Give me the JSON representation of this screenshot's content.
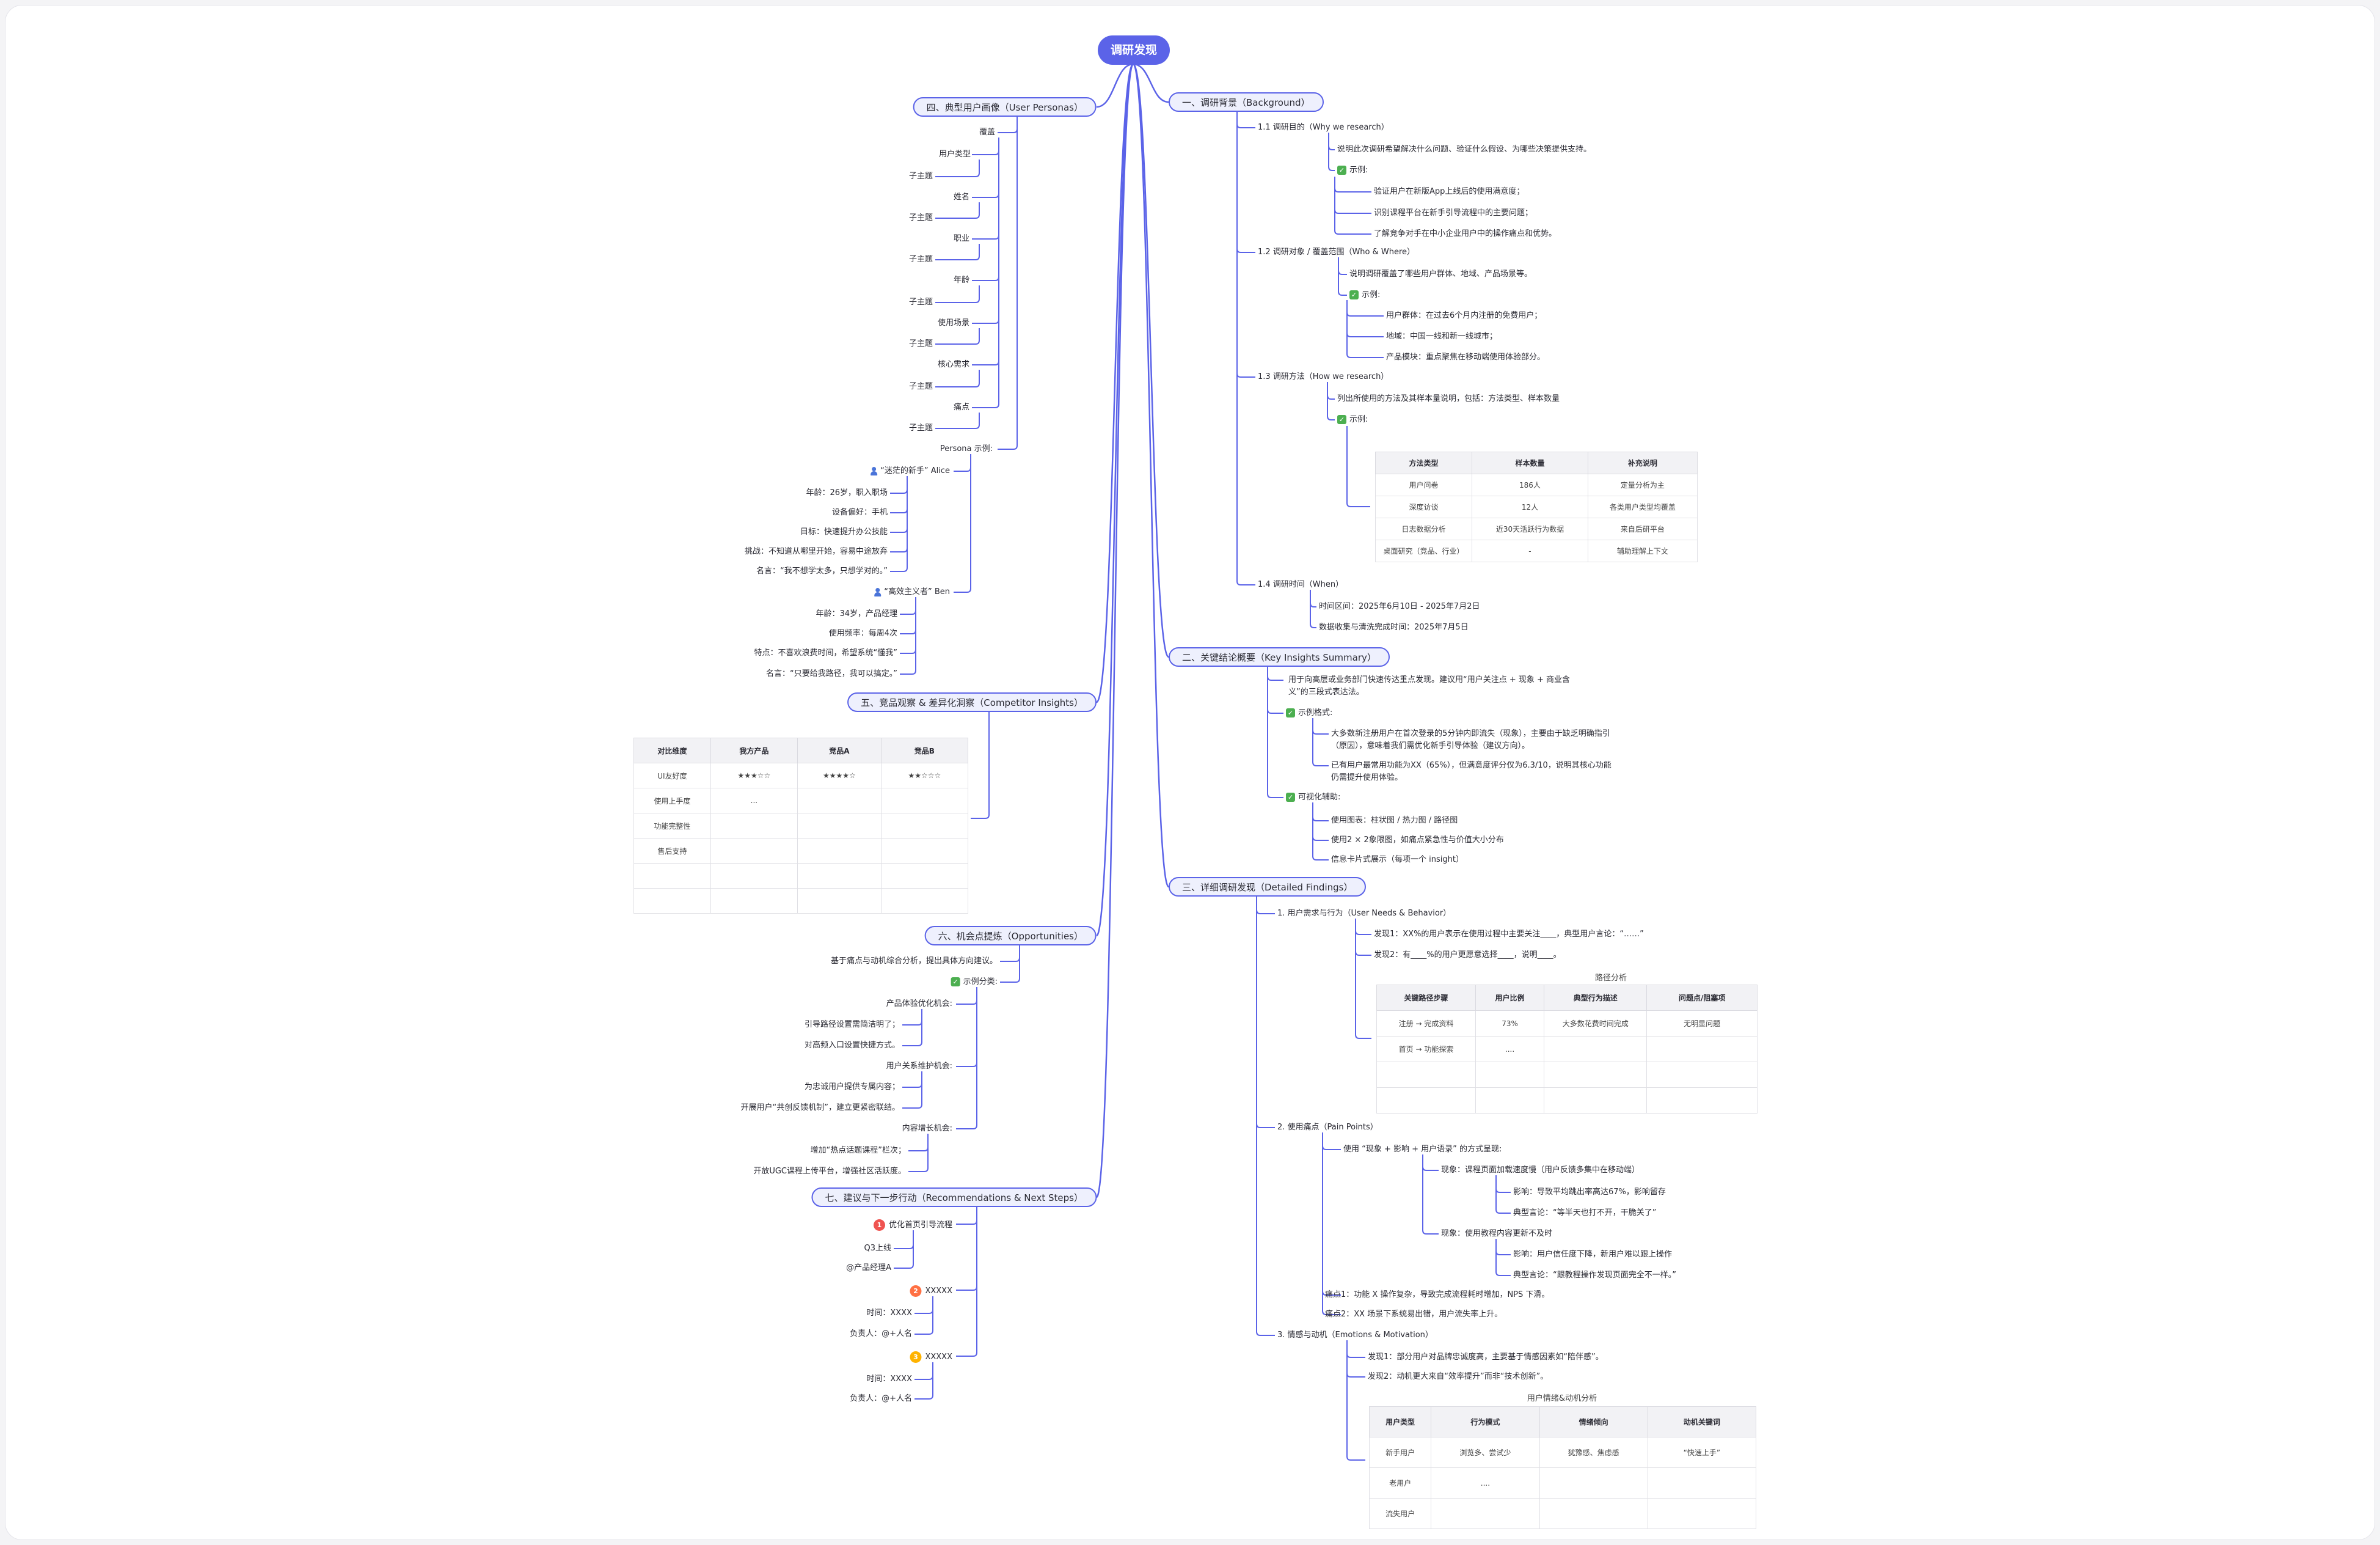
{
  "root": "调研发现",
  "s1": {
    "title": "一、调研背景（Background）",
    "n11": "1.1 调研目的（Why we research）",
    "n11a": "说明此次调研希望解决什么问题、验证什么假设、为哪些决策提供支持。",
    "n11b": "示例:",
    "n11b1": "验证用户在新版App上线后的使用满意度；",
    "n11b2": "识别课程平台在新手引导流程中的主要问题；",
    "n11b3": "了解竞争对手在中小企业用户中的操作痛点和优势。",
    "n12": "1.2 调研对象 / 覆盖范围（Who & Where）",
    "n12a": "说明调研覆盖了哪些用户群体、地域、产品场景等。",
    "n12b": "示例:",
    "n12b1": "用户群体：在过去6个月内注册的免费用户；",
    "n12b2": "地域：中国一线和新一线城市；",
    "n12b3": "产品模块：重点聚焦在移动端使用体验部分。",
    "n13": "1.3 调研方法（How we research）",
    "n13a": "列出所使用的方法及其样本量说明，包括：方法类型、样本数量",
    "n13b": "示例:",
    "n14": "1.4 调研时间（When）",
    "n14a": "时间区间：2025年6月10日 - 2025年7月2日",
    "n14b": "数据收集与清洗完成时间：2025年7月5日"
  },
  "s2": {
    "title": "二、关键结论概要（Key Insights Summary）",
    "a": "用于向高层或业务部门快速传达重点发现。建议用“用户关注点 + 现象 + 商业含",
    "a2": "义”的三段式表达法。",
    "b": "示例格式:",
    "b1": "大多数新注册用户在首次登录的5分钟内即流失（现象），主要由于缺乏明确指引",
    "b1b": "（原因），意味着我们需优化新手引导体验（建议方向）。",
    "b2": "已有用户最常用功能为XX（65%），但满意度评分仅为6.3/10，说明其核心功能",
    "b2b": "仍需提升使用体验。",
    "c": "可视化辅助:",
    "c1": "使用图表：柱状图 / 热力图 / 路径图",
    "c2": "使用2 × 2象限图，如痛点紧急性与价值大小分布",
    "c3": "信息卡片式展示（每项一个 insight）"
  },
  "s3": {
    "title": "三、详细调研发现（Detailed Findings）",
    "a": "1. 用户需求与行为（User Needs & Behavior）",
    "a1": "发现1：XX%的用户表示在使用过程中主要关注____，典型用户言论：“……”",
    "a2": "发现2：有____%的用户更愿意选择____，说明____。",
    "path_title": "路径分析",
    "b": "2. 使用痛点（Pain Points）",
    "b0": "使用 “现象 + 影响 + 用户语录” 的方式呈现:",
    "b1": "现象：课程页面加载速度慢（用户反馈多集中在移动端）",
    "b1a": "影响：导致平均跳出率高达67%，影响留存",
    "b1b": "典型言论：“等半天也打不开，干脆关了”",
    "b2": "现象：使用教程内容更新不及时",
    "b2a": "影响：用户信任度下降，新用户难以跟上操作",
    "b2b": "典型言论：“跟教程操作发现页面完全不一样。”",
    "b3": "痛点1：功能 X 操作复杂，导致完成流程耗时增加，NPS 下滑。",
    "b4": "痛点2：XX 场景下系统易出错，用户流失率上升。",
    "c": "3. 情感与动机（Emotions & Motivation）",
    "c1": "发现1：部分用户对品牌忠诚度高，主要基于情感因素如“陪伴感”。",
    "c2": "发现2：动机更大来自“效率提升”而非“技术创新”。",
    "emo_title": "用户情绪&动机分析"
  },
  "s4": {
    "title": "四、典型用户画像（User Personas）",
    "items": [
      {
        "label": "覆盖",
        "sub": "用户类型"
      },
      {
        "label": "子主题",
        "sub": ""
      },
      {
        "label": "姓名",
        "sub": ""
      },
      {
        "label": "子主题",
        "sub": ""
      },
      {
        "label": "职业",
        "sub": ""
      },
      {
        "label": "子主题",
        "sub": ""
      },
      {
        "label": "年龄",
        "sub": ""
      },
      {
        "label": "子主题",
        "sub": ""
      },
      {
        "label": "使用场景",
        "sub": ""
      },
      {
        "label": "子主题",
        "sub": ""
      },
      {
        "label": "核心需求",
        "sub": ""
      },
      {
        "label": "子主题",
        "sub": ""
      },
      {
        "label": "痛点",
        "sub": ""
      },
      {
        "label": "子主题",
        "sub": ""
      }
    ],
    "persona_title": "Persona 示例:",
    "alice": "“迷茫的新手” Alice",
    "alice1": "年龄：26岁，职入职场",
    "alice2": "设备偏好：手机",
    "alice3": "目标：快速提升办公技能",
    "alice4": "挑战：不知道从哪里开始，容易中途放弃",
    "alice5": "名言：“我不想学太多，只想学对的。”",
    "ben": "“高效主义者” Ben",
    "ben1": "年龄：34岁，产品经理",
    "ben2": "使用频率：每周4次",
    "ben3": "特点：不喜欢浪费时间，希望系统“懂我”",
    "ben4": "名言：“只要给我路径，我可以搞定。”"
  },
  "s5": {
    "title": "五、竞品观察 & 差异化洞察（Competitor Insights）"
  },
  "s6": {
    "title": "六、机会点提炼（Opportunities）",
    "a": "基于痛点与动机综合分析，提出具体方向建议。",
    "b": "示例分类:",
    "c1": "产品体验优化机会:",
    "c1a": "引导路径设置需简洁明了；",
    "c1b": "对高频入口设置快捷方式。",
    "c2": "用户关系维护机会:",
    "c2a": "为忠诚用户提供专属内容；",
    "c2b": "开展用户“共创反馈机制”，建立更紧密联结。",
    "c3": "内容增长机会:",
    "c3a": "增加“热点话题课程”栏次；",
    "c3b": "开放UGC课程上传平台，增强社区活跃度。"
  },
  "s7": {
    "title": "七、建议与下一步行动（Recommendations & Next Steps）",
    "r1": "优化首页引导流程",
    "r1a": "Q3上线",
    "r1b": "@产品经理A",
    "r2": "XXXXX",
    "r2a": "时间：XXXX",
    "r2b": "负责人：@+人名",
    "r3": "XXXXX",
    "r3a": "时间：XXXX",
    "r3b": "负责人：@+人名",
    "badge1": "1",
    "badge2": "2",
    "badge3": "3"
  },
  "tables": {
    "methods": {
      "headers": [
        "方法类型",
        "样本数量",
        "补充说明"
      ],
      "rows": [
        [
          "用户问卷",
          "186人",
          "定量分析为主"
        ],
        [
          "深度访谈",
          "12人",
          "各类用户类型均覆盖"
        ],
        [
          "日志数据分析",
          "近30天活跃行为数据",
          "来自后研平台"
        ],
        [
          "桌面研究（竞品、行业）",
          "-",
          "辅助理解上下文"
        ]
      ]
    },
    "competitor": {
      "headers": [
        "对比维度",
        "我方产品",
        "竞品A",
        "竞品B"
      ],
      "rows": [
        [
          "UI友好度",
          "★★★☆☆",
          "★★★★☆",
          "★★☆☆☆"
        ],
        [
          "使用上手度",
          "...",
          "",
          ""
        ],
        [
          "功能完整性",
          "",
          "",
          ""
        ],
        [
          "售后支持",
          "",
          "",
          ""
        ],
        [
          "",
          "",
          "",
          ""
        ],
        [
          "",
          "",
          "",
          ""
        ]
      ]
    },
    "path": {
      "headers": [
        "关键路径步骤",
        "用户比例",
        "典型行为描述",
        "问题点/阻塞项"
      ],
      "rows": [
        [
          "注册 → 完成资料",
          "73%",
          "大多数花费时间完成",
          "无明显问题"
        ],
        [
          "首页 → 功能探索",
          "....",
          "",
          ""
        ],
        [
          "",
          "",
          "",
          ""
        ],
        [
          "",
          "",
          "",
          ""
        ]
      ]
    },
    "emotion": {
      "headers": [
        "用户类型",
        "行为模式",
        "情绪倾向",
        "动机关键词"
      ],
      "rows": [
        [
          "新手用户",
          "浏览多、尝试少",
          "犹豫感、焦虑感",
          "“快速上手”"
        ],
        [
          "老用户",
          "....",
          "",
          ""
        ],
        [
          "流失用户",
          "",
          "",
          ""
        ]
      ]
    }
  },
  "colors": {
    "accent": "#5b63e8",
    "pill_bg": "#eef0fd",
    "check": "#4caf50"
  }
}
